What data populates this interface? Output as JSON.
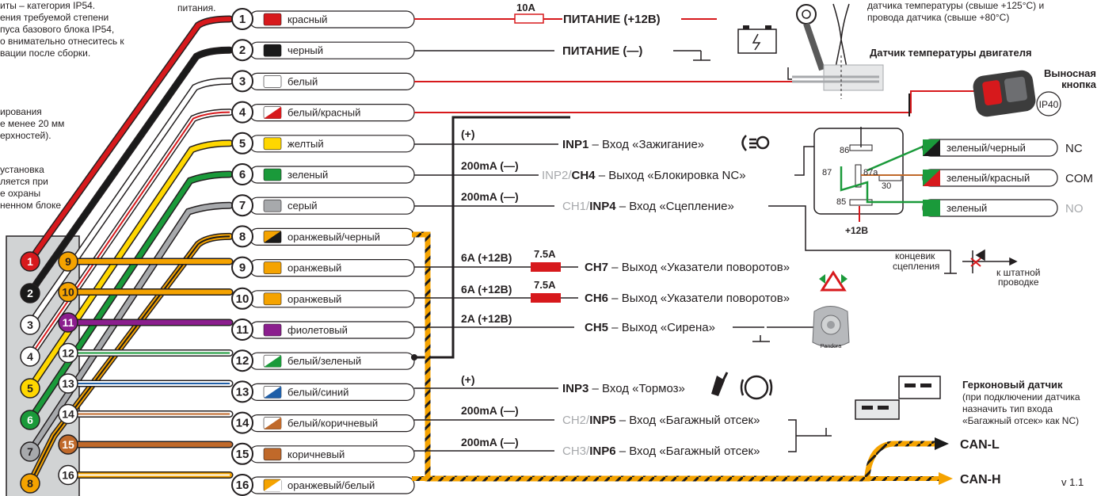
{
  "notes": {
    "left_top": "иты – категория IP54.\nения требуемой степени\nпуса базового блока IP54,\nо внимательно отнеситесь к\nвации после сборки.",
    "left_mid": "ирования\nе менее 20 мм\nерхностей).",
    "left_bottom": "установка\nляется при\nе охраны\nненном блоке",
    "top_power": "питания.",
    "top_right": "датчика температуры (свыше +125°С) и\nпровода датчика (свыше +80°С)"
  },
  "connector_left": [
    {
      "num": "1",
      "color": "#d7191c",
      "text": "#ffffff"
    },
    {
      "num": "2",
      "color": "#1a1a1a",
      "text": "#ffffff"
    },
    {
      "num": "3",
      "color": "#ffffff",
      "text": "#231f20"
    },
    {
      "num": "4",
      "color": "#ffffff",
      "text": "#231f20"
    },
    {
      "num": "5",
      "color": "#ffd700",
      "text": "#231f20"
    },
    {
      "num": "6",
      "color": "#1a9a3a",
      "text": "#ffffff"
    },
    {
      "num": "7",
      "color": "#a7a9ac",
      "text": "#231f20"
    },
    {
      "num": "8",
      "color": "#f5a300",
      "text": "#231f20"
    }
  ],
  "connector_right": [
    {
      "num": "9",
      "color": "#f5a300",
      "text": "#231f20"
    },
    {
      "num": "10",
      "color": "#f5a300",
      "text": "#231f20"
    },
    {
      "num": "11",
      "color": "#8b1e8e",
      "text": "#ffffff"
    },
    {
      "num": "12",
      "color": "#ffffff",
      "text": "#231f20"
    },
    {
      "num": "13",
      "color": "#ffffff",
      "text": "#231f20"
    },
    {
      "num": "14",
      "color": "#ffffff",
      "text": "#231f20"
    },
    {
      "num": "15",
      "color": "#c0692a",
      "text": "#ffffff"
    },
    {
      "num": "16",
      "color": "#ffffff",
      "text": "#231f20"
    }
  ],
  "wires": [
    {
      "num": "1",
      "label": "красный",
      "c1": "#d7191c",
      "c2": "#d7191c"
    },
    {
      "num": "2",
      "label": "черный",
      "c1": "#1a1a1a",
      "c2": "#1a1a1a"
    },
    {
      "num": "3",
      "label": "белый",
      "c1": "#ffffff",
      "c2": "#ffffff"
    },
    {
      "num": "4",
      "label": "белый/красный",
      "c1": "#ffffff",
      "c2": "#d7191c"
    },
    {
      "num": "5",
      "label": "желтый",
      "c1": "#ffd700",
      "c2": "#ffd700"
    },
    {
      "num": "6",
      "label": "зеленый",
      "c1": "#1a9a3a",
      "c2": "#1a9a3a"
    },
    {
      "num": "7",
      "label": "серый",
      "c1": "#a7a9ac",
      "c2": "#a7a9ac"
    },
    {
      "num": "8",
      "label": "оранжевый/черный",
      "c1": "#f5a300",
      "c2": "#1a1a1a"
    },
    {
      "num": "9",
      "label": "оранжевый",
      "c1": "#f5a300",
      "c2": "#f5a300"
    },
    {
      "num": "10",
      "label": "оранжевый",
      "c1": "#f5a300",
      "c2": "#f5a300"
    },
    {
      "num": "11",
      "label": "фиолетовый",
      "c1": "#8b1e8e",
      "c2": "#8b1e8e"
    },
    {
      "num": "12",
      "label": "белый/зеленый",
      "c1": "#ffffff",
      "c2": "#1a9a3a"
    },
    {
      "num": "13",
      "label": "белый/синий",
      "c1": "#ffffff",
      "c2": "#1f5fa8"
    },
    {
      "num": "14",
      "label": "белый/коричневый",
      "c1": "#ffffff",
      "c2": "#c0692a"
    },
    {
      "num": "15",
      "label": "коричневый",
      "c1": "#c0692a",
      "c2": "#c0692a"
    },
    {
      "num": "16",
      "label": "оранжевый/белый",
      "c1": "#f5a300",
      "c2": "#ffffff"
    }
  ],
  "functions": {
    "fuse_10a": "10A",
    "power_plus": "ПИТАНИЕ (+12В)",
    "power_minus": "ПИТАНИЕ (—)",
    "temp_sensor": "Датчик температуры двигателя",
    "remote_button_1": "Выносная",
    "remote_button_2": "кнопка",
    "ip40": "IP40",
    "w5_current": "(+)",
    "w5_name": "INP1",
    "w5_desc": " – Вход «Зажигание»",
    "w6_current": "200mA (—)",
    "w6_pre": "INP2/",
    "w6_name": "CH4",
    "w6_desc": " – Выход «Блокировка NC»",
    "w7_current": "200mA (—)",
    "w7_pre": "CH1/",
    "w7_name": "INP4",
    "w7_desc": " – Вход «Сцепление»",
    "w9_current": "6A (+12В)",
    "w9_fuse": "7.5A",
    "w9_name": "CH7",
    "w9_desc": " – Выход «Указатели поворотов»",
    "w10_current": "6A (+12В)",
    "w10_fuse": "7.5A",
    "w10_name": "CH6",
    "w10_desc": " – Выход «Указатели поворотов»",
    "w11_current": "2A (+12В)",
    "w11_name": "CH5",
    "w11_desc": " – Выход «Сирена»",
    "w13_current": "(+)",
    "w13_name": "INP3",
    "w13_desc": " – Вход «Тормоз»",
    "w14_current": "200mA (—)",
    "w14_pre": "CH2/",
    "w14_name": "INP5",
    "w14_desc": " – Вход «Багажный отсек»",
    "w15_current": "200mA (—)",
    "w15_pre": "CH3/",
    "w15_name": "INP6",
    "w15_desc": " – Вход «Багажный отсек»",
    "can_l": "CAN-L",
    "can_h": "CAN-H",
    "clutch_1": "концевик",
    "clutch_2": "сцепления",
    "to_wiring_1": "к штатной",
    "to_wiring_2": "проводке",
    "reed_title": "Герконовый датчик",
    "reed_note_1": "(при подключении датчика",
    "reed_note_2": "назначить тип входа",
    "reed_note_3": "«Багажный отсек» как NC)",
    "siren_brand": "Pandora",
    "version": "v 1.1"
  },
  "relay": {
    "pin86": "86",
    "pin87": "87",
    "pin87a": "87a",
    "pin30": "30",
    "pin85": "85",
    "plus12": "+12В",
    "outputs": [
      {
        "label": "зеленый/черный",
        "c1": "#1a9a3a",
        "c2": "#1a1a1a",
        "tag": "NC"
      },
      {
        "label": "зеленый/красный",
        "c1": "#1a9a3a",
        "c2": "#d7191c",
        "tag": "COM"
      },
      {
        "label": "зеленый",
        "c1": "#1a9a3a",
        "c2": "#1a9a3a",
        "tag": "NO"
      }
    ]
  },
  "colors": {
    "red": "#d7191c",
    "blue_label": "#1b9ad6",
    "gray_text": "#a7a9ac",
    "orange": "#f5a300"
  }
}
